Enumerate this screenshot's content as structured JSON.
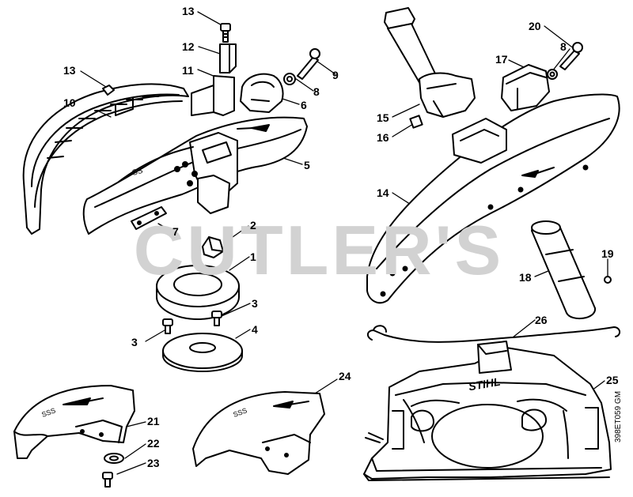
{
  "watermark": "CUTLER'S",
  "drawing_code": "398ET059 GM",
  "brand_mark": "STIHL",
  "callouts": [
    {
      "id": "c13a",
      "text": "13"
    },
    {
      "id": "c12",
      "text": "12"
    },
    {
      "id": "c11",
      "text": "11"
    },
    {
      "id": "c13b",
      "text": "13"
    },
    {
      "id": "c10",
      "text": "10"
    },
    {
      "id": "c9",
      "text": "9"
    },
    {
      "id": "c8a",
      "text": "8"
    },
    {
      "id": "c6",
      "text": "6"
    },
    {
      "id": "c5",
      "text": "5"
    },
    {
      "id": "c7",
      "text": "7"
    },
    {
      "id": "c2",
      "text": "2"
    },
    {
      "id": "c1",
      "text": "1"
    },
    {
      "id": "c3a",
      "text": "3"
    },
    {
      "id": "c3b",
      "text": "3"
    },
    {
      "id": "c4",
      "text": "4"
    },
    {
      "id": "c20",
      "text": "20"
    },
    {
      "id": "c8b",
      "text": "8"
    },
    {
      "id": "c17",
      "text": "17"
    },
    {
      "id": "c15",
      "text": "15"
    },
    {
      "id": "c16",
      "text": "16"
    },
    {
      "id": "c14",
      "text": "14"
    },
    {
      "id": "c19",
      "text": "19"
    },
    {
      "id": "c18",
      "text": "18"
    },
    {
      "id": "c26",
      "text": "26"
    },
    {
      "id": "c25",
      "text": "25"
    },
    {
      "id": "c24",
      "text": "24"
    },
    {
      "id": "c21",
      "text": "21"
    },
    {
      "id": "c22",
      "text": "22"
    },
    {
      "id": "c23",
      "text": "23"
    }
  ]
}
